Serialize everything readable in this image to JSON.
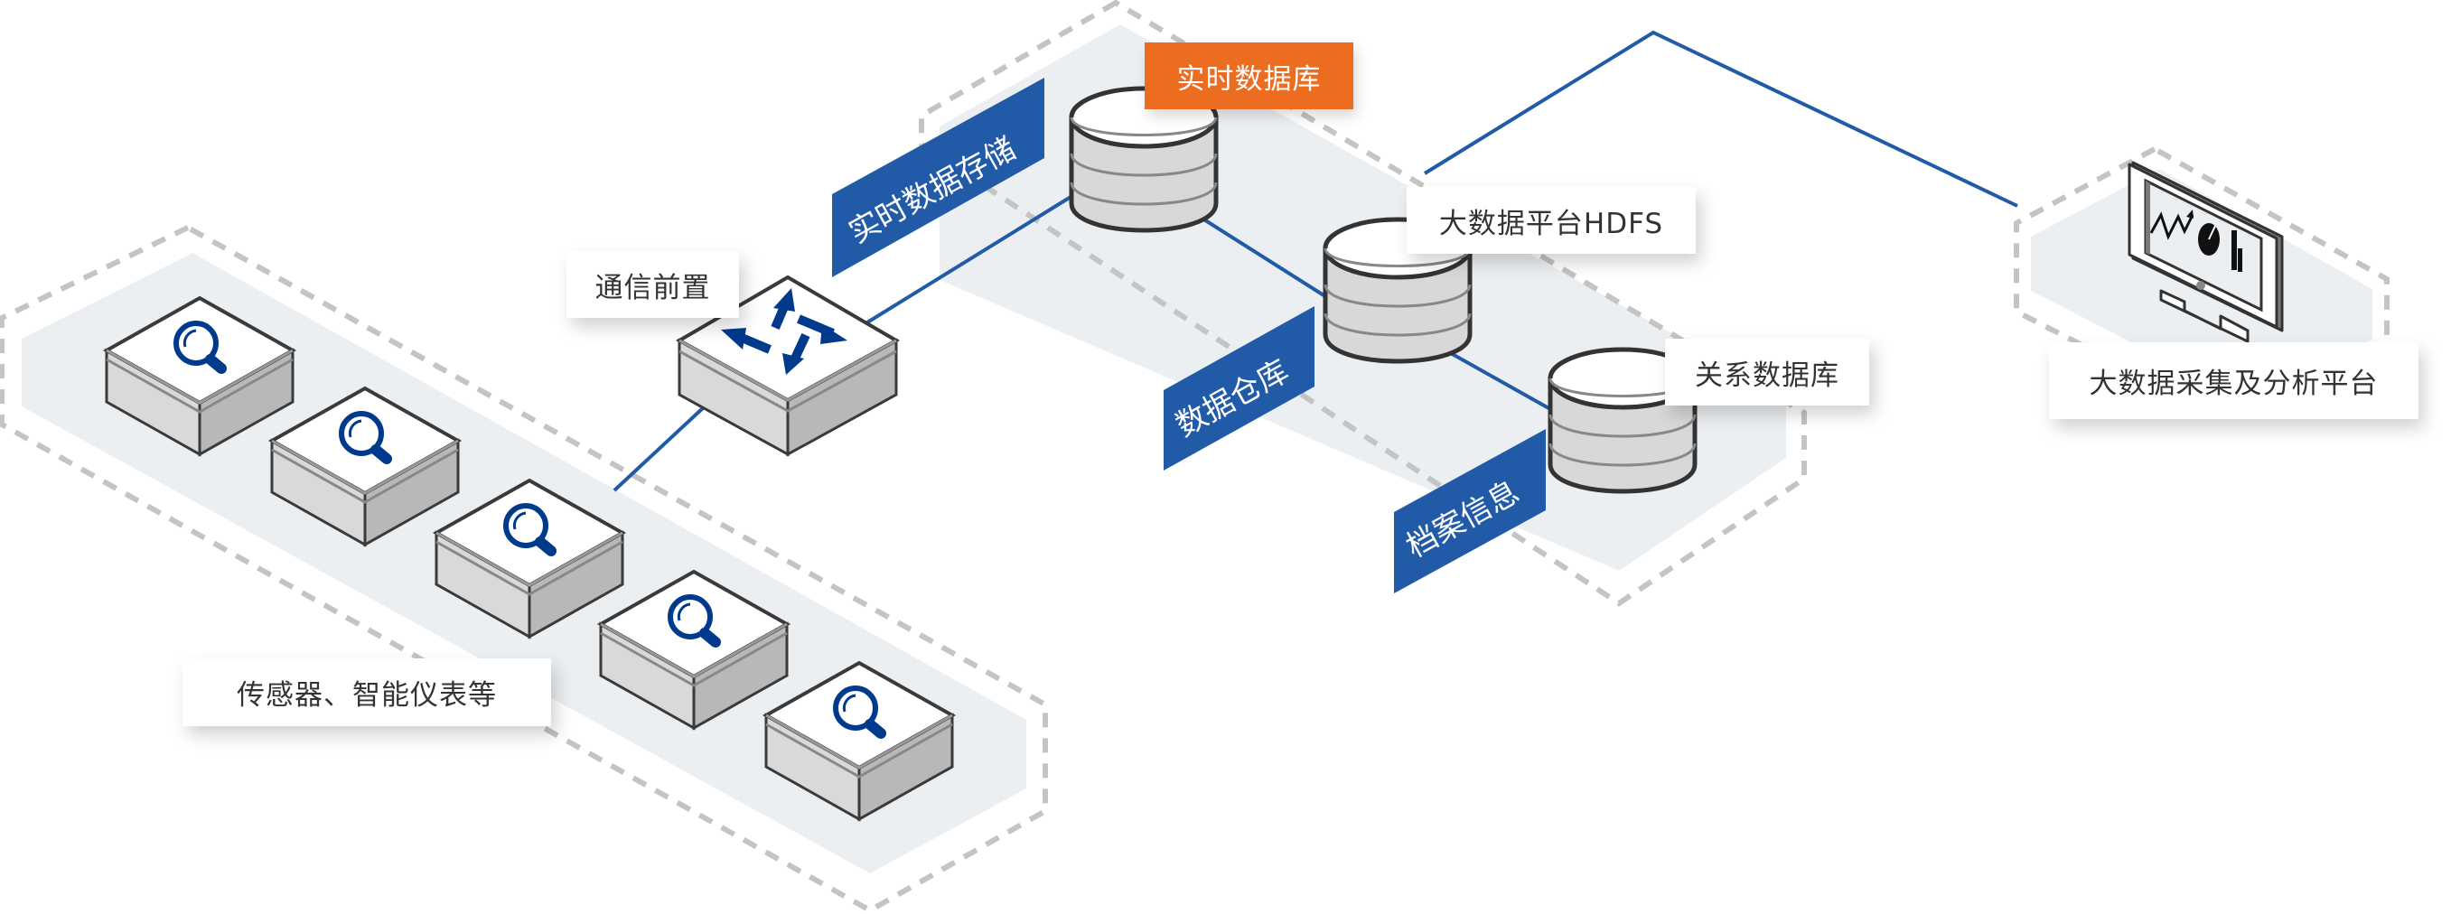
{
  "title": "大数据采集及分析平台架构示意",
  "colors": {
    "accent_blue": "#215BA8",
    "accent_orange": "#EC6D1F",
    "icon_blue": "#003A8C",
    "region_fill": "#ECEFF2",
    "dash": "#C4C4C4"
  },
  "regions": [
    {
      "name": "field-devices-region"
    },
    {
      "name": "data-storage-region"
    },
    {
      "name": "analysis-platform-region"
    }
  ],
  "labels": {
    "sensors": "传感器、智能仪表等",
    "comm_front": "通信前置",
    "realtime_db": "实时数据库",
    "hdfs": "大数据平台HDFS",
    "relational_db": "关系数据库",
    "analysis_platform": "大数据采集及分析平台"
  },
  "tags": {
    "realtime_storage": "实时数据存储",
    "data_warehouse": "数据仓库",
    "archive_info": "档案信息"
  },
  "nodes": {
    "sensors": [
      {
        "icon": "magnifier-icon"
      },
      {
        "icon": "magnifier-icon"
      },
      {
        "icon": "magnifier-icon"
      },
      {
        "icon": "magnifier-icon"
      },
      {
        "icon": "magnifier-icon"
      }
    ],
    "switch": {
      "icon": "four-arrows-icon"
    },
    "databases": [
      {
        "id": "realtime_db",
        "icon": "database-icon"
      },
      {
        "id": "hdfs",
        "icon": "database-icon"
      },
      {
        "id": "relational_db",
        "icon": "database-icon"
      }
    ],
    "monitor": {
      "icon": "monitor-chart-icon"
    }
  },
  "connections": [
    {
      "from": "sensors",
      "to": "comm_front"
    },
    {
      "from": "comm_front",
      "to": "realtime_db"
    },
    {
      "from": "realtime_db",
      "to": "hdfs"
    },
    {
      "from": "hdfs",
      "to": "relational_db"
    },
    {
      "from": "data-storage-region",
      "to": "analysis_platform"
    }
  ]
}
